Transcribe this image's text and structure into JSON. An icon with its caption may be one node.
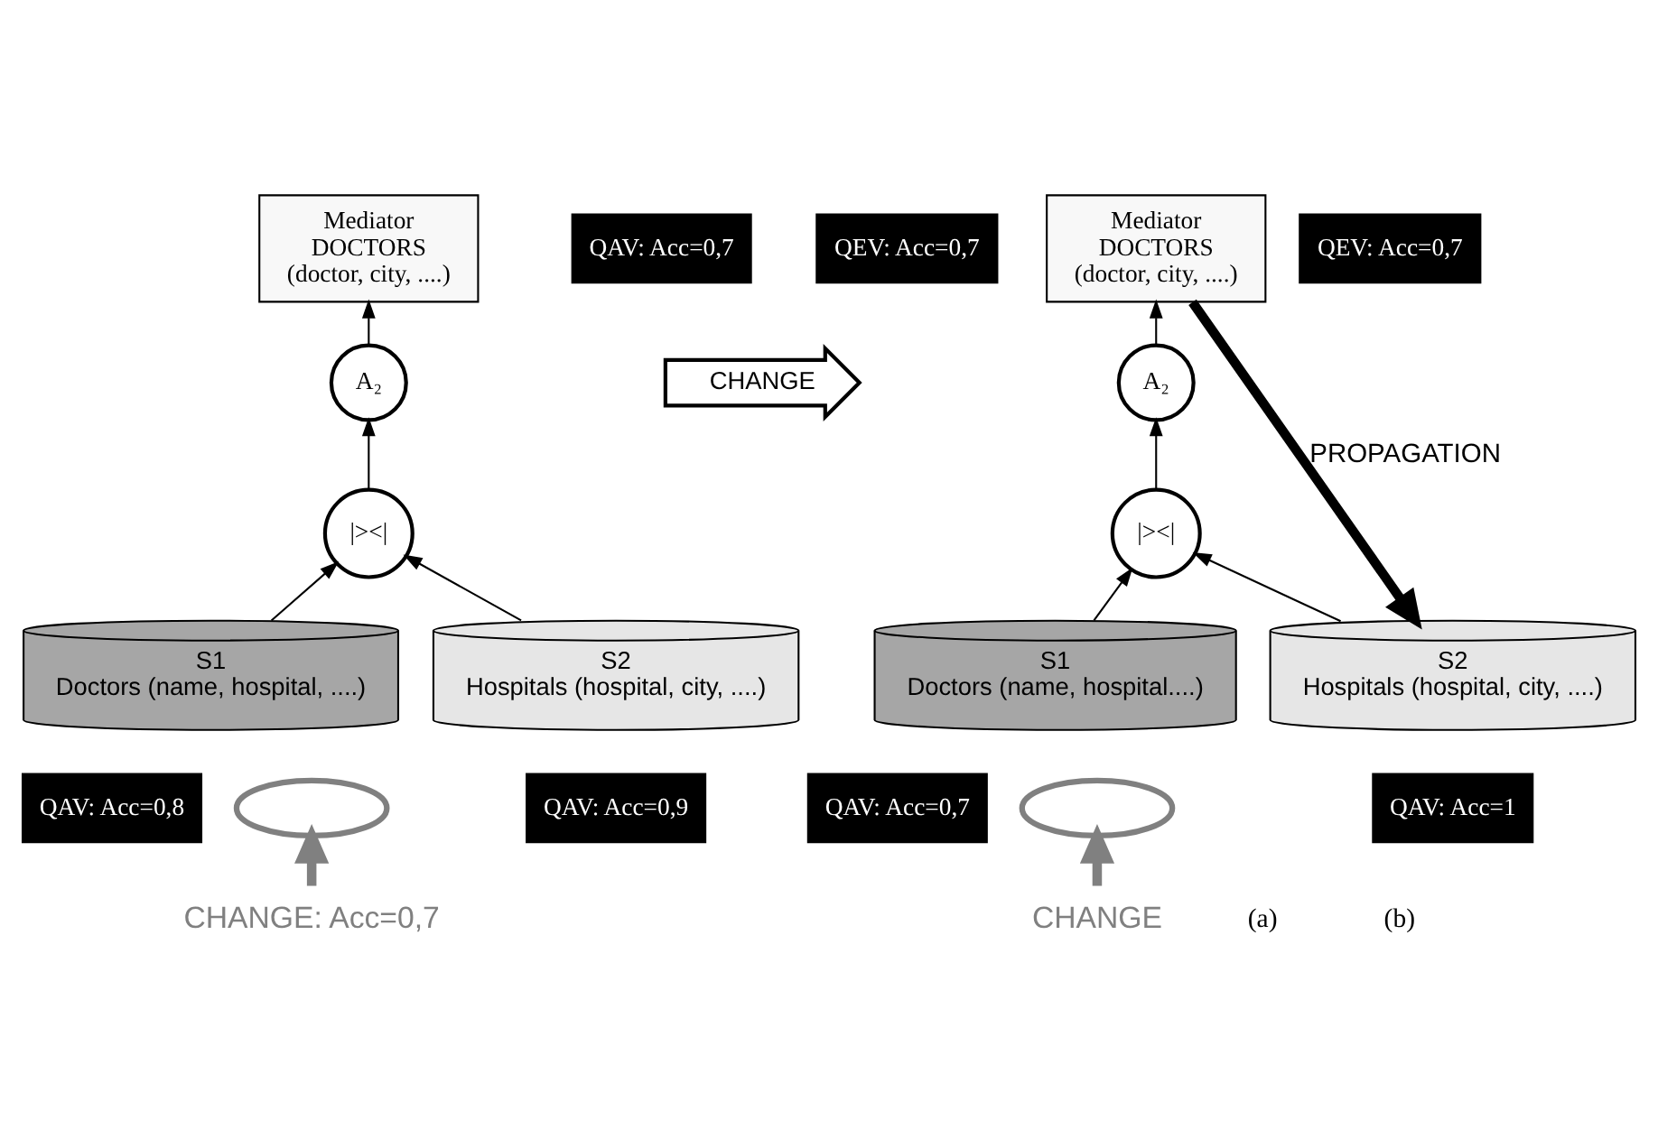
{
  "diagram": {
    "nodes": [
      {
        "text": [
          "Mediator",
          "DOCTORS",
          "(doctor, city, ....)"
        ]
      },
      {
        "text": [
          "QAV: Acc=0,7"
        ]
      },
      {
        "text": [
          "QEV: Acc=0,7"
        ]
      },
      {
        "text": [
          "A₂"
        ]
      },
      {
        "text": [
          "|><|"
        ]
      },
      {
        "text": [
          "S1",
          "Doctors (name, hospital, ....)"
        ]
      },
      {
        "text": [
          "QAV: Acc=0,8"
        ]
      },
      {
        "text": [
          "S2",
          "Hospitals (hospital, city, ....)"
        ]
      },
      {
        "text": [
          "QAV: Acc=0,9"
        ]
      },
      {
        "text": [],
        "shape": "ellipse"
      },
      {
        "text": [
          "CHANGE: Acc=0,7"
        ]
      },
      {
        "text": [
          "CHANGE"
        ]
      },
      {
        "text": [
          "Mediator",
          "DOCTORS",
          "(doctor, city, ....)"
        ]
      },
      {
        "text": [
          "QEV: Acc=0,7"
        ]
      },
      {
        "text": [
          "A₂"
        ]
      },
      {
        "text": [
          "|><|"
        ]
      },
      {
        "text": [
          "S1",
          "Doctors (name, hospital....)"
        ]
      },
      {
        "text": [
          "QAV: Acc=0,7"
        ]
      },
      {
        "text": [
          "S2",
          "Hospitals (hospital, city, ....)"
        ]
      },
      {
        "text": [
          "QAV: Acc=1"
        ]
      },
      {
        "text": [],
        "shape": "ellipse"
      },
      {
        "text": [
          "CHANGE"
        ]
      }
    ],
    "edges": [
      {
        "from": 3,
        "to": 0,
        "arrow": "to"
      },
      {
        "from": 4,
        "to": 3,
        "arrow": "to"
      },
      {
        "from": 5,
        "to": 4,
        "arrow": "to"
      },
      {
        "from": 7,
        "to": 4,
        "arrow": "to"
      },
      {
        "from": 10,
        "to": 9,
        "arrow": "to",
        "style": "thick",
        "color": "#808080"
      },
      {
        "from": 14,
        "to": 12,
        "arrow": "to"
      },
      {
        "from": 15,
        "to": 14,
        "arrow": "to"
      },
      {
        "from": 16,
        "to": 15,
        "arrow": "to"
      },
      {
        "from": 18,
        "to": 15,
        "arrow": "to"
      },
      {
        "from": 12,
        "to": 18,
        "arrow": "to",
        "label": "PROPAGATION",
        "style": "thick"
      },
      {
        "from": 21,
        "to": 20,
        "arrow": "to",
        "style": "thick",
        "color": "#808080"
      }
    ],
    "labels": [
      "(a)",
      "(b)"
    ]
  }
}
